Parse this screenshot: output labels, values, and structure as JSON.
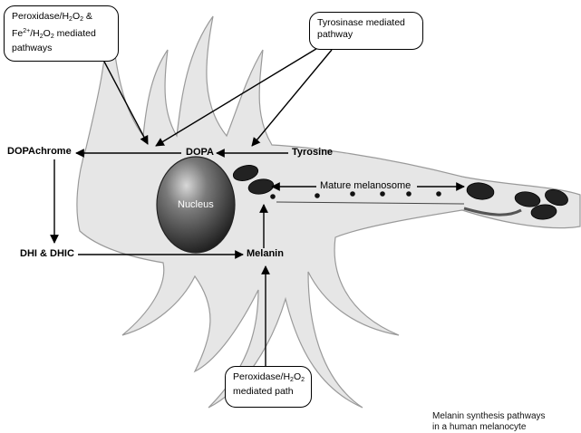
{
  "callouts": {
    "peroxidase_fe": {
      "t1": "Peroxidase/H",
      "t2": "O",
      "t3": " &",
      "t4": "Fe",
      "t5": "2+",
      "t6": "/H",
      "t7": "O",
      "t8": " mediated",
      "t9": "pathways",
      "s1": "2",
      "s2": "2",
      "s3": "2",
      "s4": "2"
    },
    "tyrosinase": {
      "line1": "Tyrosinase mediated",
      "line2": "pathway"
    },
    "peroxidase_path": {
      "t1": "Peroxidase/H",
      "s1": "2",
      "t2": "O",
      "s2": "2",
      "line2": "mediated path"
    }
  },
  "labels": {
    "dopachrome": "DOPAchrome",
    "dopa": "DOPA",
    "tyrosine": "Tyrosine",
    "nucleus": "Nucleus",
    "mature_melanosome": "Mature melanosome",
    "dhi_dhic": "DHI & DHIC",
    "melanin": "Melanin"
  },
  "caption": {
    "line1": "Melanin synthesis pathways",
    "line2": "in a human melanocyte"
  },
  "colors": {
    "cell_fill": "#e6e6e6",
    "cell_stroke": "#9a9a9a",
    "ink": "#000000"
  }
}
